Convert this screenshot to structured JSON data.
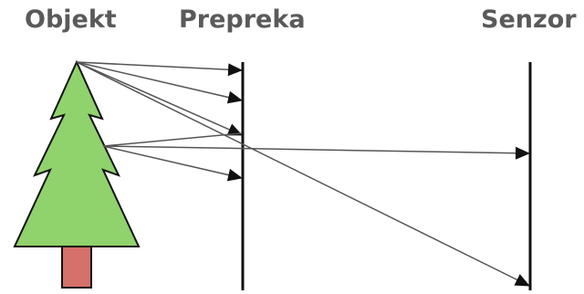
{
  "labels": {
    "object": "Objekt",
    "obstacle": "Prepreka",
    "sensor": "Senzor"
  },
  "colors": {
    "label_text": "#5a5a5a",
    "tree_foliage": "#90d26b",
    "tree_trunk": "#d5706a",
    "outline": "#111111",
    "ray": "#555555"
  }
}
